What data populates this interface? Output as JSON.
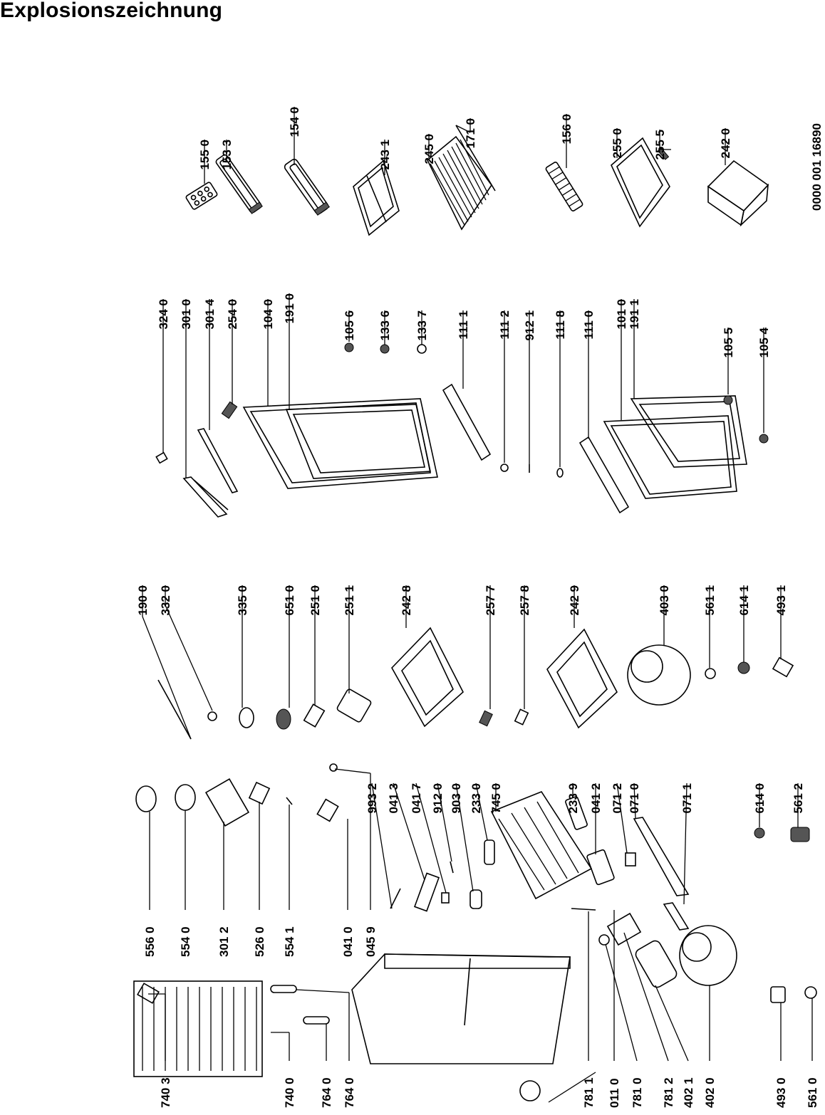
{
  "title": "Explosionszeichnung",
  "document_number": "0000 001 16890",
  "parts": [
    {
      "label": "155 0"
    },
    {
      "label": "153 3"
    },
    {
      "label": "154 0"
    },
    {
      "label": "243 1"
    },
    {
      "label": "245 0"
    },
    {
      "label": "171 0"
    },
    {
      "label": "156 0"
    },
    {
      "label": "255 0"
    },
    {
      "label": "255 5"
    },
    {
      "label": "242 0"
    },
    {
      "label": "324 0"
    },
    {
      "label": "301 0"
    },
    {
      "label": "301 4"
    },
    {
      "label": "254 0"
    },
    {
      "label": "104 0"
    },
    {
      "label": "191 0"
    },
    {
      "label": "105 6"
    },
    {
      "label": "133 6"
    },
    {
      "label": "133 7"
    },
    {
      "label": "111 1"
    },
    {
      "label": "111 2"
    },
    {
      "label": "912 1"
    },
    {
      "label": "111 8"
    },
    {
      "label": "111 0"
    },
    {
      "label": "101 0"
    },
    {
      "label": "191 1"
    },
    {
      "label": "105 5"
    },
    {
      "label": "105 4"
    },
    {
      "label": "190 0"
    },
    {
      "label": "332 0"
    },
    {
      "label": "335 0"
    },
    {
      "label": "651 0"
    },
    {
      "label": "251 0"
    },
    {
      "label": "251 1"
    },
    {
      "label": "242 8"
    },
    {
      "label": "257 7"
    },
    {
      "label": "257 8"
    },
    {
      "label": "242 9"
    },
    {
      "label": "403 0"
    },
    {
      "label": "561 1"
    },
    {
      "label": "614 1"
    },
    {
      "label": "493 1"
    },
    {
      "label": "993 2"
    },
    {
      "label": "041 3"
    },
    {
      "label": "041 7"
    },
    {
      "label": "912 0"
    },
    {
      "label": "903 0"
    },
    {
      "label": "233 0"
    },
    {
      "label": "745 0"
    },
    {
      "label": "233 9"
    },
    {
      "label": "041 2"
    },
    {
      "label": "071 2"
    },
    {
      "label": "071 0"
    },
    {
      "label": "071 1"
    },
    {
      "label": "614 0"
    },
    {
      "label": "561 2"
    },
    {
      "label": "556 0"
    },
    {
      "label": "554 0"
    },
    {
      "label": "301 2"
    },
    {
      "label": "526 0"
    },
    {
      "label": "554 1"
    },
    {
      "label": "041 0"
    },
    {
      "label": "045 9"
    },
    {
      "label": "740 3"
    },
    {
      "label": "740 0"
    },
    {
      "label": "764 0"
    },
    {
      "label": "764 0"
    },
    {
      "label": "781 1"
    },
    {
      "label": "011 0"
    },
    {
      "label": "781 0"
    },
    {
      "label": "781 2"
    },
    {
      "label": "402 1"
    },
    {
      "label": "402 0"
    },
    {
      "label": "493 0"
    },
    {
      "label": "561 0"
    }
  ]
}
